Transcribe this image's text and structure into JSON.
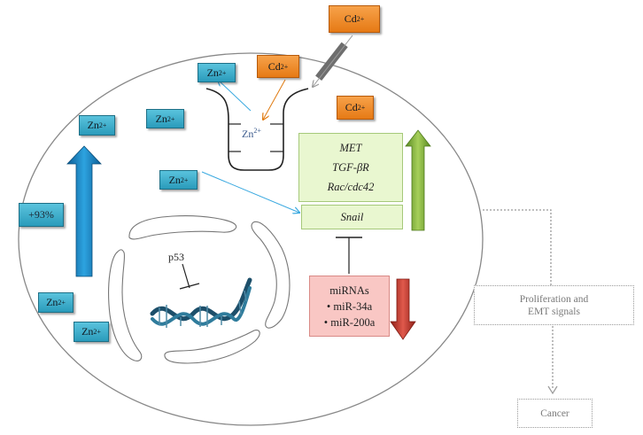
{
  "ions": {
    "zn": "Zn",
    "cd": "Cd",
    "charge": "2+"
  },
  "percent_label": "+93%",
  "vesicle_zn": "Zn",
  "genes": [
    "MET",
    "TGF-βR",
    "Rac/cdc42"
  ],
  "snail": "Snail",
  "mirnas": {
    "title": "miRNAs",
    "items": [
      "• miR-34a",
      "• miR-200a"
    ]
  },
  "p53": "p53",
  "signals": "Proliferation and EMT signals",
  "signals_lines": [
    "Proliferation and",
    "EMT signals"
  ],
  "cancer": "Cancer",
  "colors": {
    "zn_box": "#3aaecd",
    "cd_box": "#f08a25",
    "up_arrow_blue": "#1a86c6",
    "up_arrow_green": "#7ba83a",
    "down_arrow_red": "#c0392b",
    "zn_line": "#3aa9e0",
    "cd_line": "#e07a10"
  }
}
